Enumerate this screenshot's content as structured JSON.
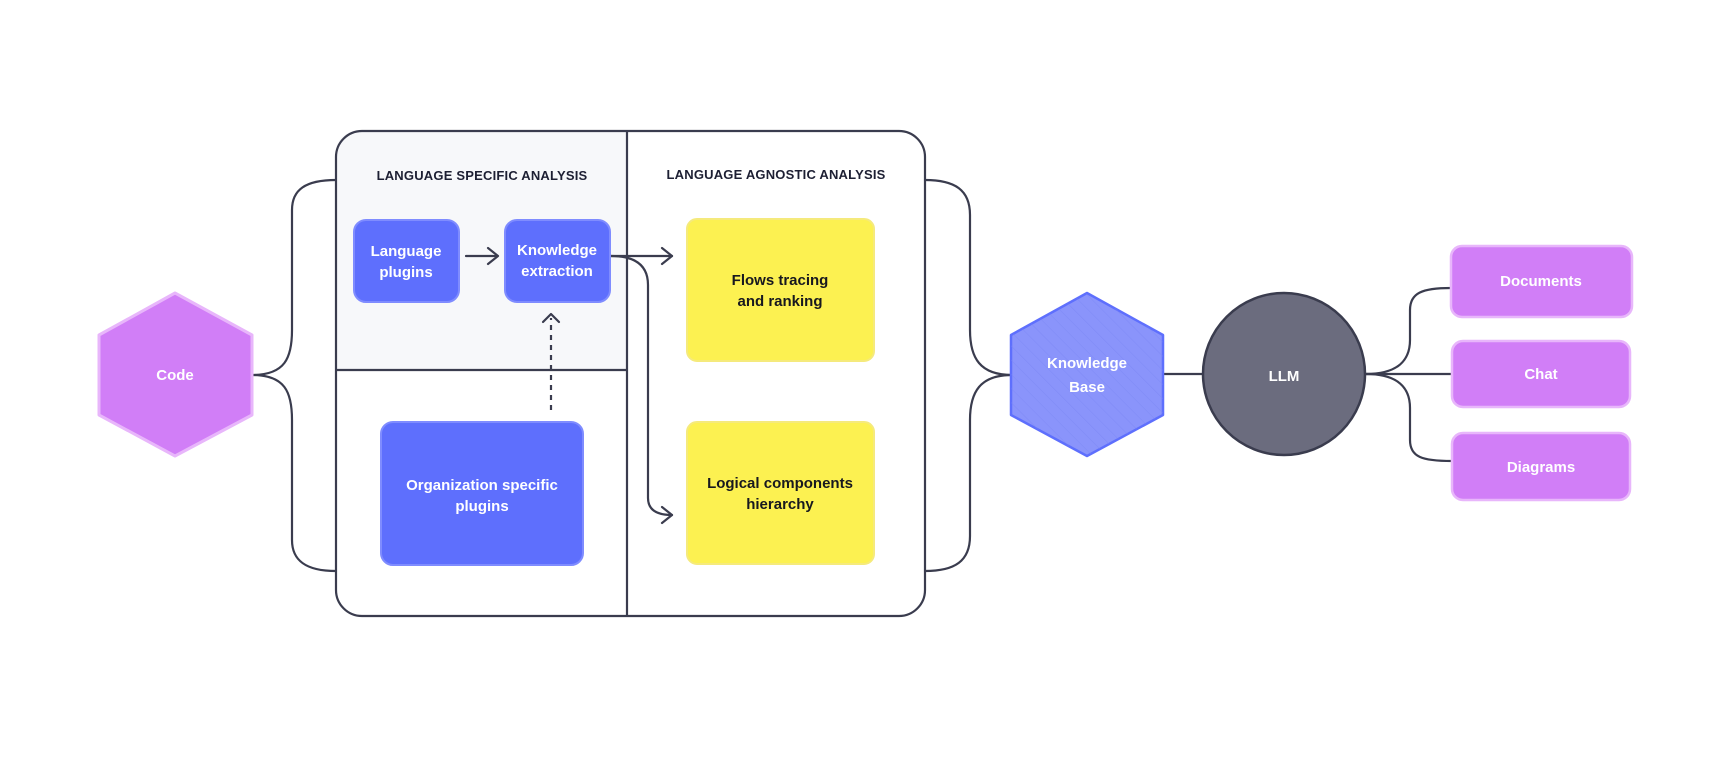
{
  "colors": {
    "purple": "#d17ef7",
    "purple_border": "#e8b6fb",
    "blue": "#5e6ffd",
    "blue_border": "#7f8cff",
    "kb_blue": "#8a94fb",
    "kb_border": "#5e6ffd",
    "yellow": "#fcf151",
    "yellow_border": "#f5ea7c",
    "llm_gray": "#6b6c7e",
    "line": "#3a3c4e",
    "panel_bg": "#f7f8fa"
  },
  "sections": {
    "specific_title": "LANGUAGE SPECIFIC ANALYSIS",
    "agnostic_title": "LANGUAGE AGNOSTIC ANALYSIS"
  },
  "nodes": {
    "code": [
      "Code"
    ],
    "language_plugins": [
      "Language",
      "plugins"
    ],
    "knowledge_extraction": [
      "Knowledge",
      "extraction"
    ],
    "org_plugins": [
      "Organization specific",
      "plugins"
    ],
    "flows": [
      "Flows tracing",
      "and ranking"
    ],
    "logical": [
      "Logical components",
      "hierarchy"
    ],
    "knowledge_base": [
      "Knowledge",
      "Base"
    ],
    "llm": [
      "LLM"
    ],
    "documents": [
      "Documents"
    ],
    "chat": [
      "Chat"
    ],
    "diagrams": [
      "Diagrams"
    ]
  },
  "icons": {
    "arrow": "arrow-right-icon",
    "dashed_arrow": "dashed-arrow-up-icon"
  }
}
